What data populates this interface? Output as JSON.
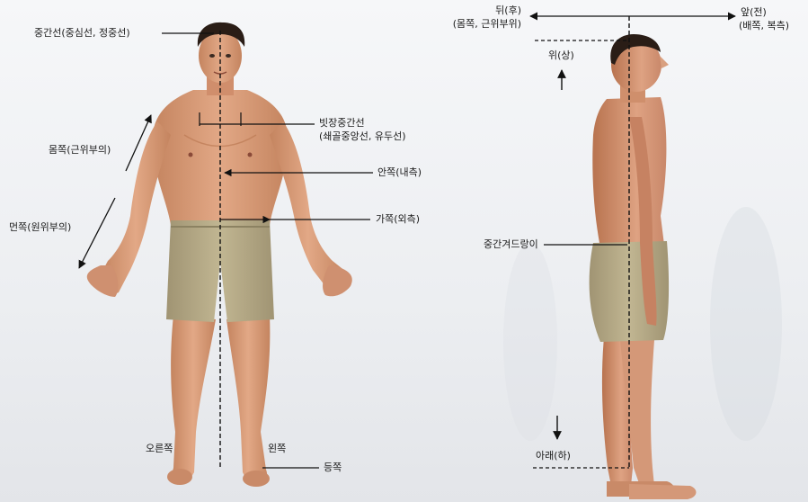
{
  "labels": {
    "median_line": "중간선(중심선, 정중선)",
    "parasternal_line_1": "빗장중간선",
    "parasternal_line_2": "(쇄골중앙선, 유두선)",
    "medial": "안쪽(내측)",
    "lateral": "가쪽(외측)",
    "proximal": "몸쪽(근위부의)",
    "distal": "먼쪽(원위부의)",
    "right": "오른쪽",
    "left": "왼쪽",
    "dorsum": "등쪽",
    "posterior_1": "뒤(후)",
    "posterior_2": "(몸쪽, 근위부위)",
    "anterior_1": "앞(전)",
    "anterior_2": "(배쪽, 복측)",
    "superior": "위(상)",
    "midaxillary_line": "중간겨드랑이",
    "inferior": "아래(하)"
  },
  "colors": {
    "skin": "#d99a78",
    "skin_shadow": "#b97a5a",
    "hair": "#2a1d16",
    "shorts": "#b8ad8c",
    "shorts_shadow": "#9a8f70",
    "line": "#111111"
  }
}
